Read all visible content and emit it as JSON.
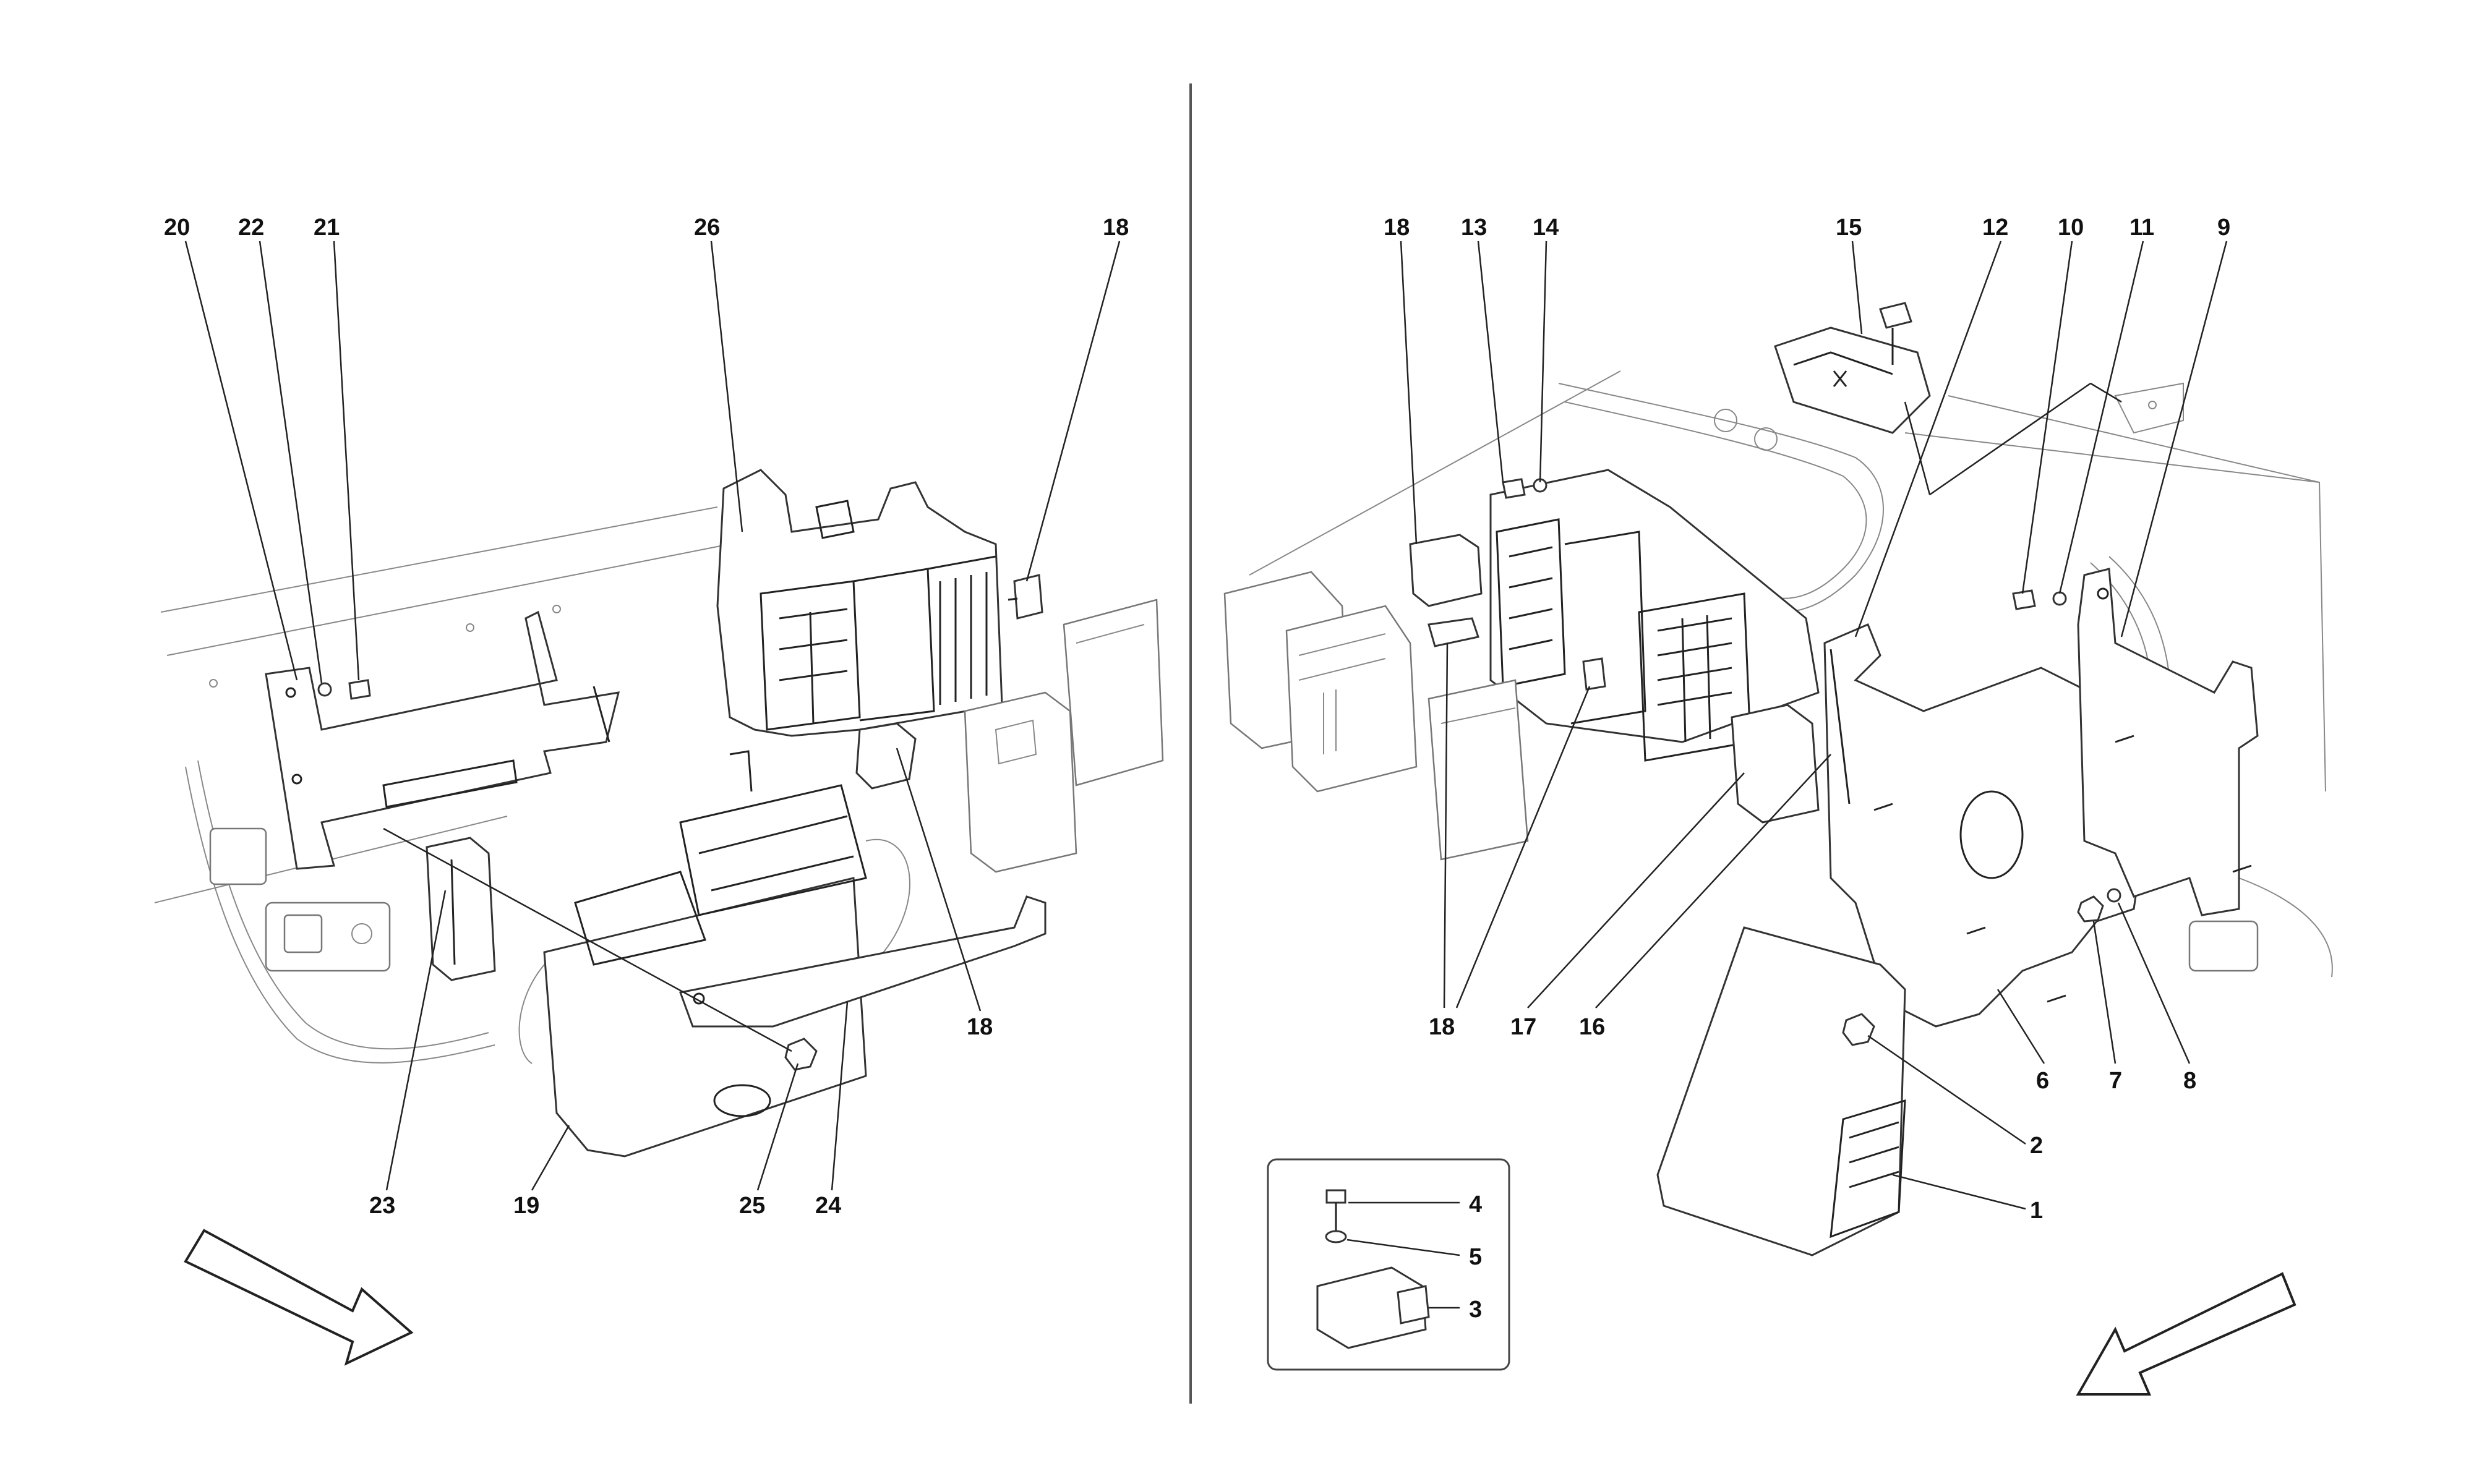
{
  "left_panel": {
    "callouts": [
      {
        "id": "20",
        "label": "20"
      },
      {
        "id": "22",
        "label": "22"
      },
      {
        "id": "21",
        "label": "21"
      },
      {
        "id": "26",
        "label": "26"
      },
      {
        "id": "18a",
        "label": "18"
      },
      {
        "id": "18b",
        "label": "18"
      },
      {
        "id": "23",
        "label": "23"
      },
      {
        "id": "19",
        "label": "19"
      },
      {
        "id": "25",
        "label": "25"
      },
      {
        "id": "24",
        "label": "24"
      }
    ]
  },
  "right_panel": {
    "callouts": [
      {
        "id": "18c",
        "label": "18"
      },
      {
        "id": "13",
        "label": "13"
      },
      {
        "id": "14",
        "label": "14"
      },
      {
        "id": "15",
        "label": "15"
      },
      {
        "id": "12",
        "label": "12"
      },
      {
        "id": "10",
        "label": "10"
      },
      {
        "id": "11",
        "label": "11"
      },
      {
        "id": "9",
        "label": "9"
      },
      {
        "id": "18d",
        "label": "18"
      },
      {
        "id": "17",
        "label": "17"
      },
      {
        "id": "16",
        "label": "16"
      },
      {
        "id": "6",
        "label": "6"
      },
      {
        "id": "7",
        "label": "7"
      },
      {
        "id": "8",
        "label": "8"
      },
      {
        "id": "2",
        "label": "2"
      },
      {
        "id": "1",
        "label": "1"
      }
    ],
    "inset": {
      "callouts": [
        {
          "id": "4",
          "label": "4"
        },
        {
          "id": "5",
          "label": "5"
        },
        {
          "id": "3",
          "label": "3"
        }
      ]
    }
  },
  "direction_arrows": [
    "front-direction-arrow-left",
    "front-direction-arrow-right"
  ]
}
